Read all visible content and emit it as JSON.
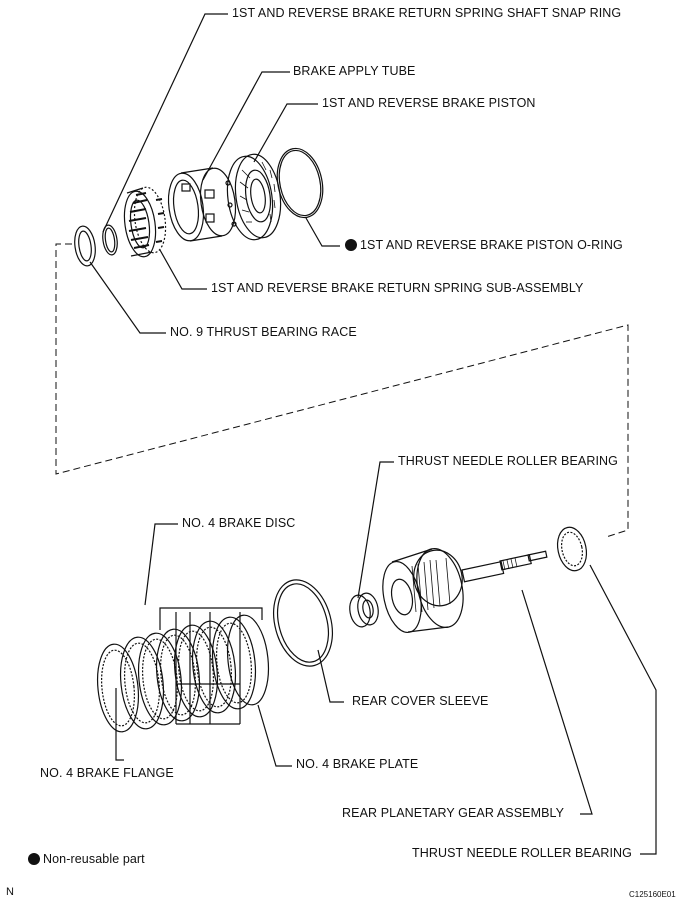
{
  "labels": {
    "snap_ring": "1ST AND REVERSE BRAKE RETURN SPRING SHAFT SNAP RING",
    "apply_tube": "BRAKE APPLY TUBE",
    "piston": "1ST AND REVERSE BRAKE PISTON",
    "piston_oring": "1ST AND REVERSE BRAKE PISTON O-RING",
    "return_spring": "1ST AND REVERSE BRAKE RETURN SPRING SUB-ASSEMBLY",
    "thrust_race": "NO. 9 THRUST BEARING RACE",
    "thrust_needle_top": "THRUST NEEDLE ROLLER BEARING",
    "brake_disc": "NO. 4 BRAKE DISC",
    "rear_cover_sleeve": "REAR COVER SLEEVE",
    "brake_plate": "NO. 4 BRAKE PLATE",
    "brake_flange": "NO. 4 BRAKE FLANGE",
    "planetary": "REAR PLANETARY GEAR ASSEMBLY",
    "thrust_needle_bottom": "THRUST NEEDLE ROLLER BEARING"
  },
  "legend": {
    "text": "Non-reusable part"
  },
  "corner_mark": "N",
  "figure_code": "C125160E01",
  "colors": {
    "line": "#111111",
    "background": "#ffffff"
  }
}
